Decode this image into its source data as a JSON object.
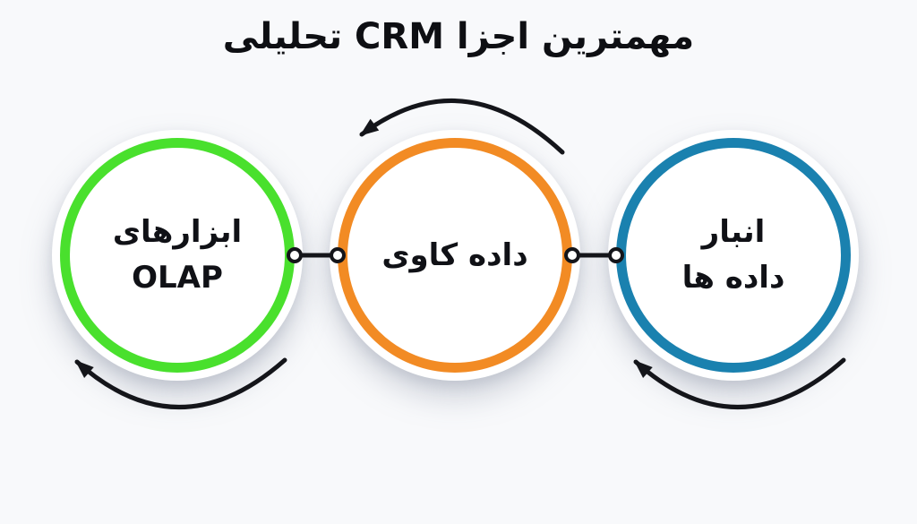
{
  "page": {
    "title": "مهمترین اجزا CRM تحلیلی",
    "background_color": "#f8f9fb",
    "title_color": "#0e0f13"
  },
  "diagram": {
    "nodes": [
      {
        "id": "data-warehouse",
        "line1": "انبار",
        "line2": "داده ها",
        "color": "#1a81af",
        "position": "right"
      },
      {
        "id": "data-mining",
        "line1": "داده کاوی",
        "line2": "",
        "color": "#f28b24",
        "position": "middle"
      },
      {
        "id": "olap-tools",
        "line1": "ابزارهای",
        "line2": "OLAP",
        "color": "#49e02d",
        "position": "left"
      }
    ],
    "arrow_color": "#14151a",
    "connector_color": "#14151a",
    "connector_dot_fill": "#ffffff"
  }
}
